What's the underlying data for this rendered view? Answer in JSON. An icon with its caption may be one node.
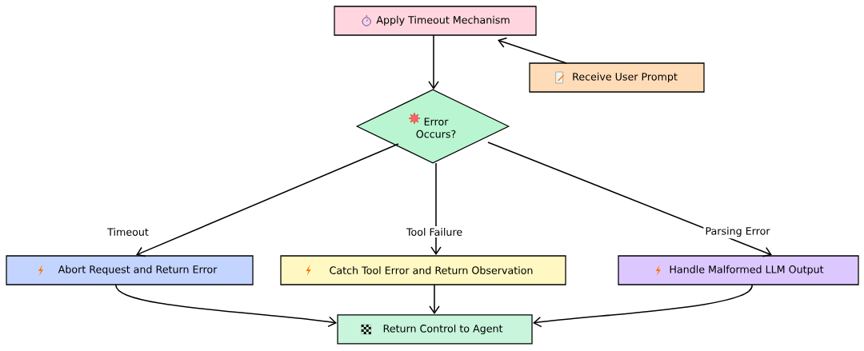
{
  "diagram": {
    "nodes": [
      {
        "text": [
          "Apply Timeout Mechanism"
        ]
      },
      {
        "text": [
          "Receive User Prompt"
        ]
      },
      {
        "text": [
          "Error Occurs?"
        ]
      },
      {
        "text": [
          "Abort Request and Return Error"
        ]
      },
      {
        "text": [
          "Catch Tool Error and Return Observation"
        ]
      },
      {
        "text": [
          "Handle Malformed LLM Output"
        ]
      },
      {
        "text": [
          "Return Control to Agent"
        ]
      }
    ],
    "edges": [
      {
        "from": 1,
        "to": 0,
        "arrow": "to"
      },
      {
        "from": 0,
        "to": 2,
        "arrow": "to"
      },
      {
        "from": 2,
        "to": 3,
        "arrow": "to",
        "label": "Timeout"
      },
      {
        "from": 2,
        "to": 4,
        "arrow": "to",
        "label": "Tool Failure"
      },
      {
        "from": 2,
        "to": 5,
        "arrow": "to",
        "label": "Parsing Error"
      },
      {
        "from": 3,
        "to": 6,
        "arrow": "to"
      },
      {
        "from": 4,
        "to": 6,
        "arrow": "to"
      },
      {
        "from": 5,
        "to": 6,
        "arrow": "to"
      }
    ]
  }
}
